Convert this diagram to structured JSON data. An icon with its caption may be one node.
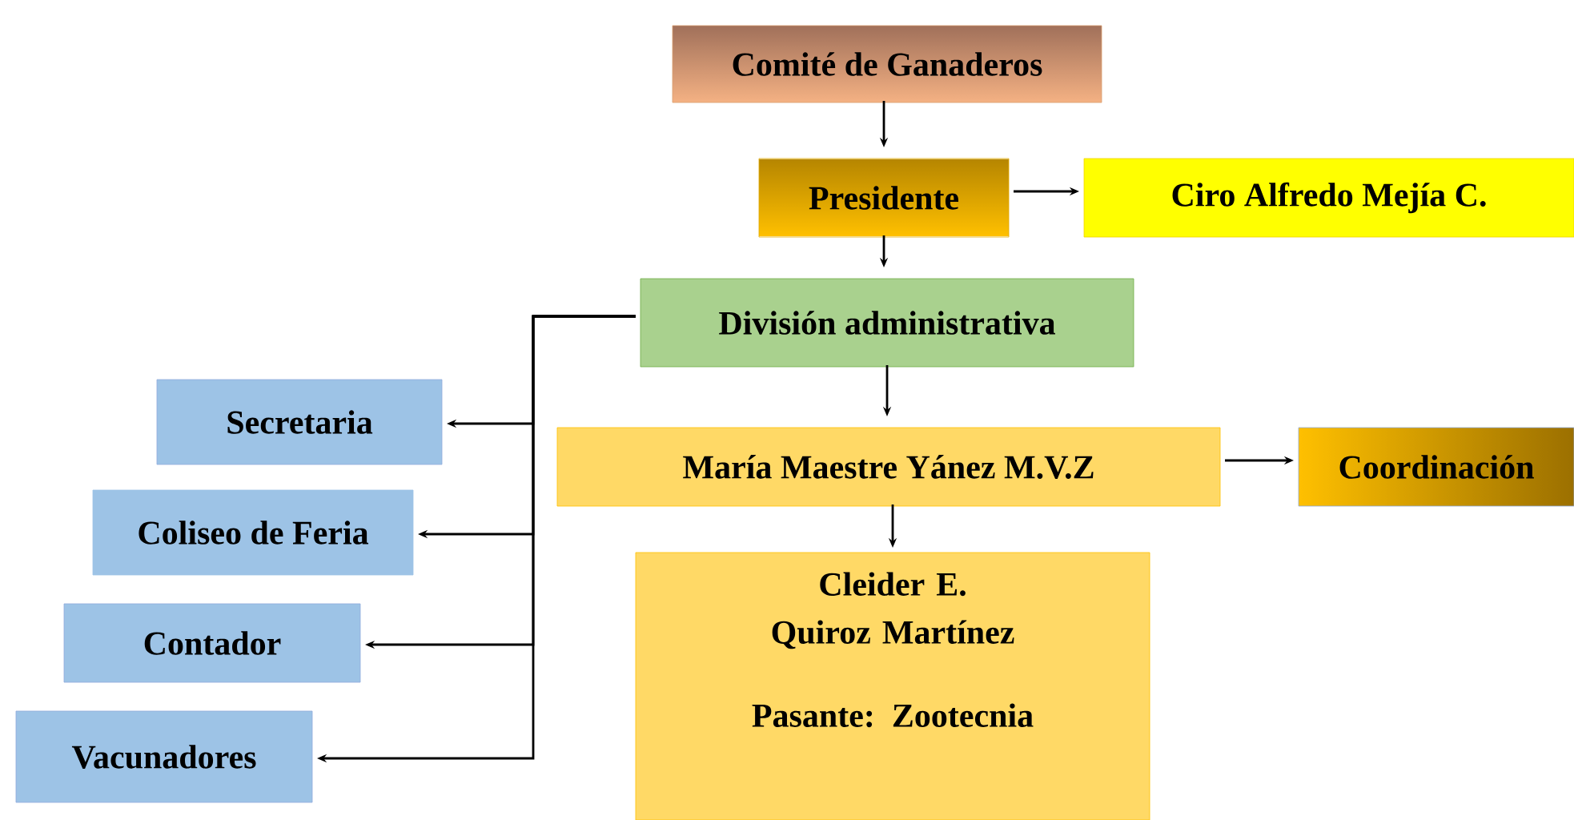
{
  "diagram": {
    "nodes": [
      {
        "text": [
          "Comité de Ganaderos"
        ]
      },
      {
        "text": [
          "Presidente"
        ]
      },
      {
        "text": [
          "Ciro Alfredo Mejía C."
        ]
      },
      {
        "text": [
          "División administrativa"
        ]
      },
      {
        "text": [
          "María Maestre Yánez M.V.Z"
        ]
      },
      {
        "text": [
          "Coordinación"
        ]
      },
      {
        "text": [
          "Cleider E. Quiroz Martínez",
          "Pasante: Zootecnia"
        ]
      },
      {
        "text": [
          "Secretaria"
        ]
      },
      {
        "text": [
          "Coliseo de Feria"
        ]
      },
      {
        "text": [
          "Contador"
        ]
      },
      {
        "text": [
          "Vacunadores"
        ]
      }
    ],
    "edges": [
      {
        "from": 0,
        "to": 1,
        "arrow": "to"
      },
      {
        "from": 1,
        "to": 2,
        "arrow": "to"
      },
      {
        "from": 1,
        "to": 3,
        "arrow": "to"
      },
      {
        "from": 3,
        "to": 4,
        "arrow": "to"
      },
      {
        "from": 4,
        "to": 5,
        "arrow": "to"
      },
      {
        "from": 4,
        "to": 6,
        "arrow": "to"
      },
      {
        "from": 3,
        "to": 7,
        "arrow": "to"
      },
      {
        "from": 3,
        "to": 8,
        "arrow": "to"
      },
      {
        "from": 3,
        "to": 9,
        "arrow": "to"
      },
      {
        "from": 3,
        "to": 10,
        "arrow": "to"
      }
    ]
  }
}
